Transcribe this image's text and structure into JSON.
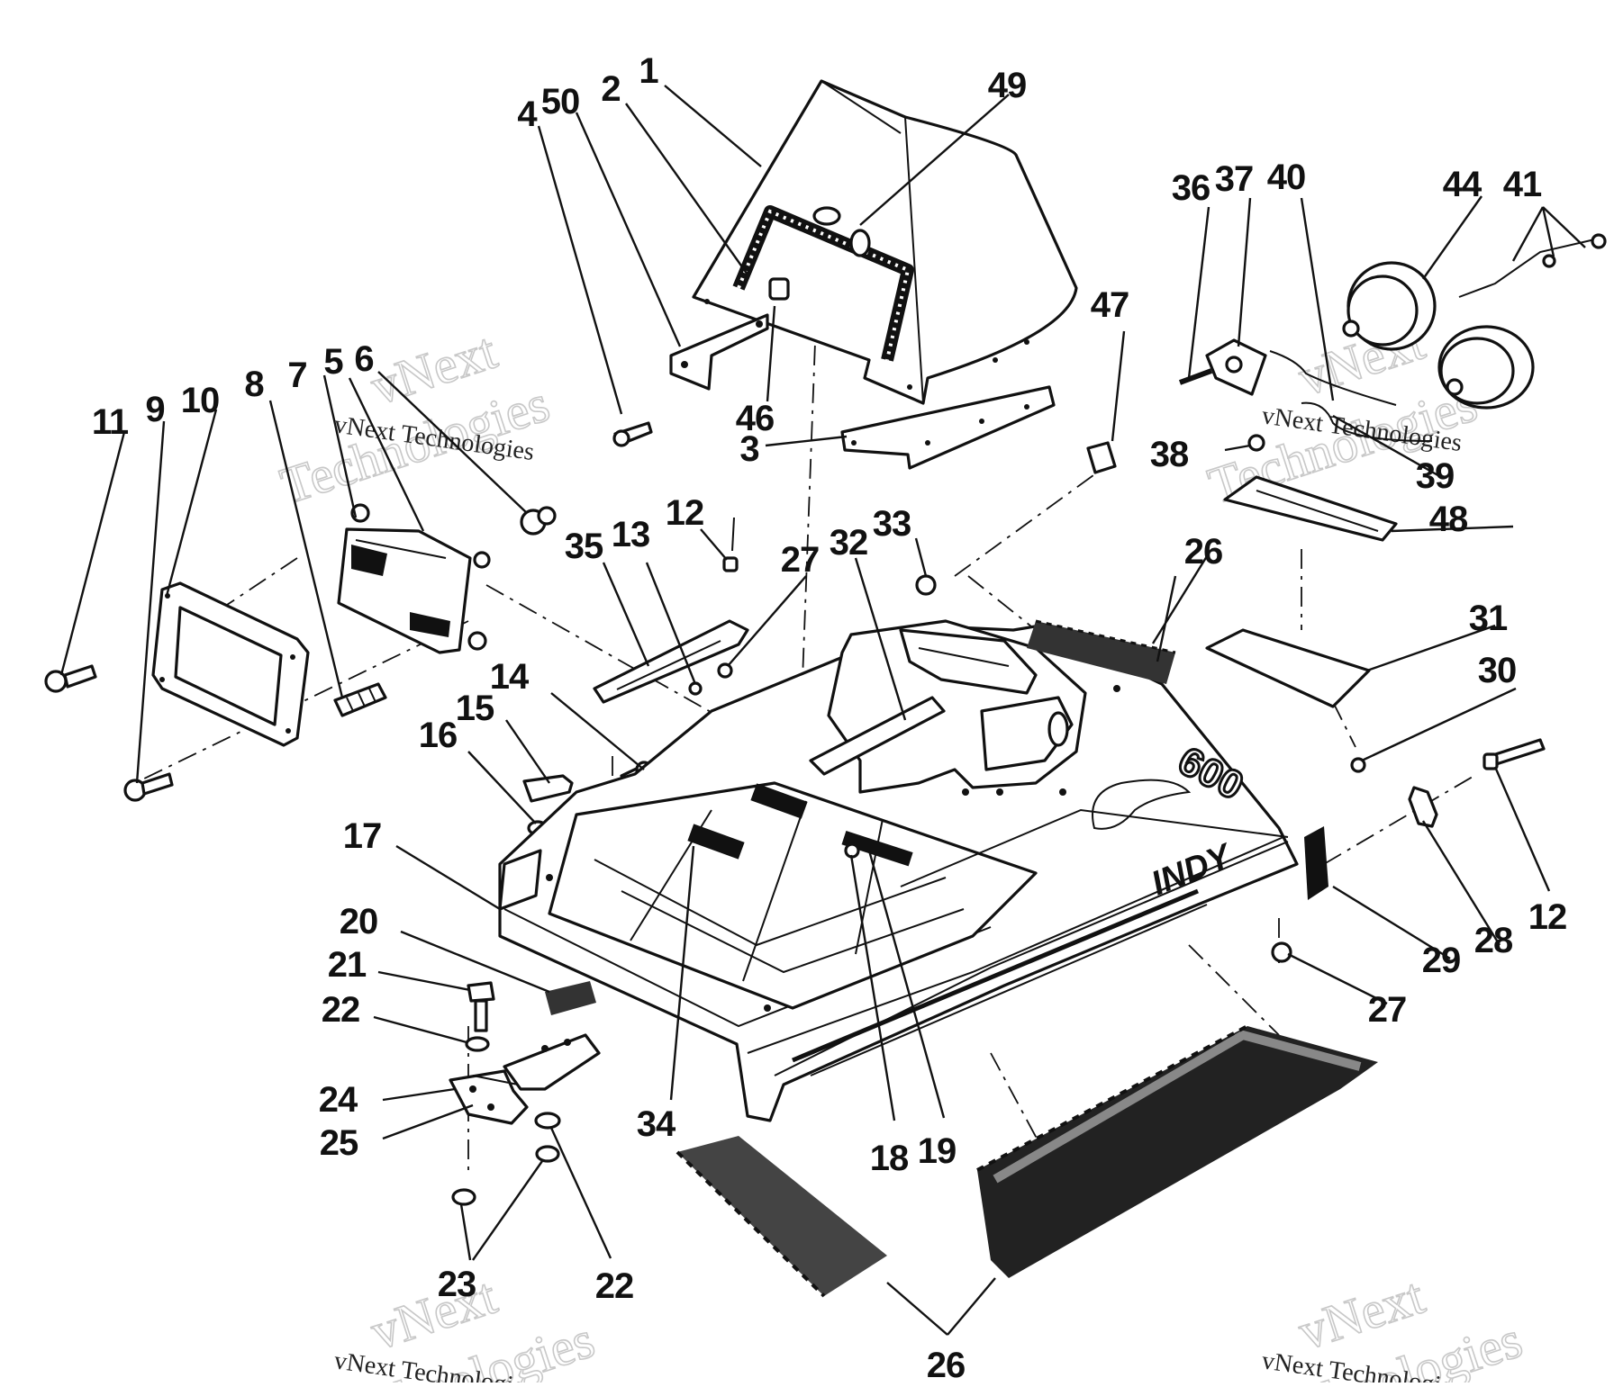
{
  "watermark": {
    "big_line1": "vNext",
    "big_line2": "Technologies",
    "small": "vNext Technologies"
  },
  "callouts": [
    {
      "id": "c1",
      "label": "1"
    },
    {
      "id": "c2",
      "label": "2"
    },
    {
      "id": "c3",
      "label": "3"
    },
    {
      "id": "c4",
      "label": "4"
    },
    {
      "id": "c5",
      "label": "5"
    },
    {
      "id": "c6",
      "label": "6"
    },
    {
      "id": "c7",
      "label": "7"
    },
    {
      "id": "c8",
      "label": "8"
    },
    {
      "id": "c9",
      "label": "9"
    },
    {
      "id": "c10",
      "label": "10"
    },
    {
      "id": "c11",
      "label": "11"
    },
    {
      "id": "c12a",
      "label": "12"
    },
    {
      "id": "c12b",
      "label": "12"
    },
    {
      "id": "c13",
      "label": "13"
    },
    {
      "id": "c14",
      "label": "14"
    },
    {
      "id": "c15",
      "label": "15"
    },
    {
      "id": "c16",
      "label": "16"
    },
    {
      "id": "c17",
      "label": "17"
    },
    {
      "id": "c18",
      "label": "18"
    },
    {
      "id": "c19",
      "label": "19"
    },
    {
      "id": "c20",
      "label": "20"
    },
    {
      "id": "c21",
      "label": "21"
    },
    {
      "id": "c22a",
      "label": "22"
    },
    {
      "id": "c22b",
      "label": "22"
    },
    {
      "id": "c23",
      "label": "23"
    },
    {
      "id": "c24",
      "label": "24"
    },
    {
      "id": "c25",
      "label": "25"
    },
    {
      "id": "c26a",
      "label": "26"
    },
    {
      "id": "c26b",
      "label": "26"
    },
    {
      "id": "c27a",
      "label": "27"
    },
    {
      "id": "c27b",
      "label": "27"
    },
    {
      "id": "c28",
      "label": "28"
    },
    {
      "id": "c29",
      "label": "29"
    },
    {
      "id": "c30",
      "label": "30"
    },
    {
      "id": "c31",
      "label": "31"
    },
    {
      "id": "c32",
      "label": "32"
    },
    {
      "id": "c33",
      "label": "33"
    },
    {
      "id": "c34",
      "label": "34"
    },
    {
      "id": "c35",
      "label": "35"
    },
    {
      "id": "c36",
      "label": "36"
    },
    {
      "id": "c37",
      "label": "37"
    },
    {
      "id": "c38",
      "label": "38"
    },
    {
      "id": "c39",
      "label": "39"
    },
    {
      "id": "c40",
      "label": "40"
    },
    {
      "id": "c41",
      "label": "41"
    },
    {
      "id": "c44",
      "label": "44"
    },
    {
      "id": "c46",
      "label": "46"
    },
    {
      "id": "c47",
      "label": "47"
    },
    {
      "id": "c48",
      "label": "48"
    },
    {
      "id": "c49",
      "label": "49"
    },
    {
      "id": "c50",
      "label": "50"
    }
  ],
  "hood_decal": {
    "model_number": "600",
    "model_name": "INDY"
  }
}
